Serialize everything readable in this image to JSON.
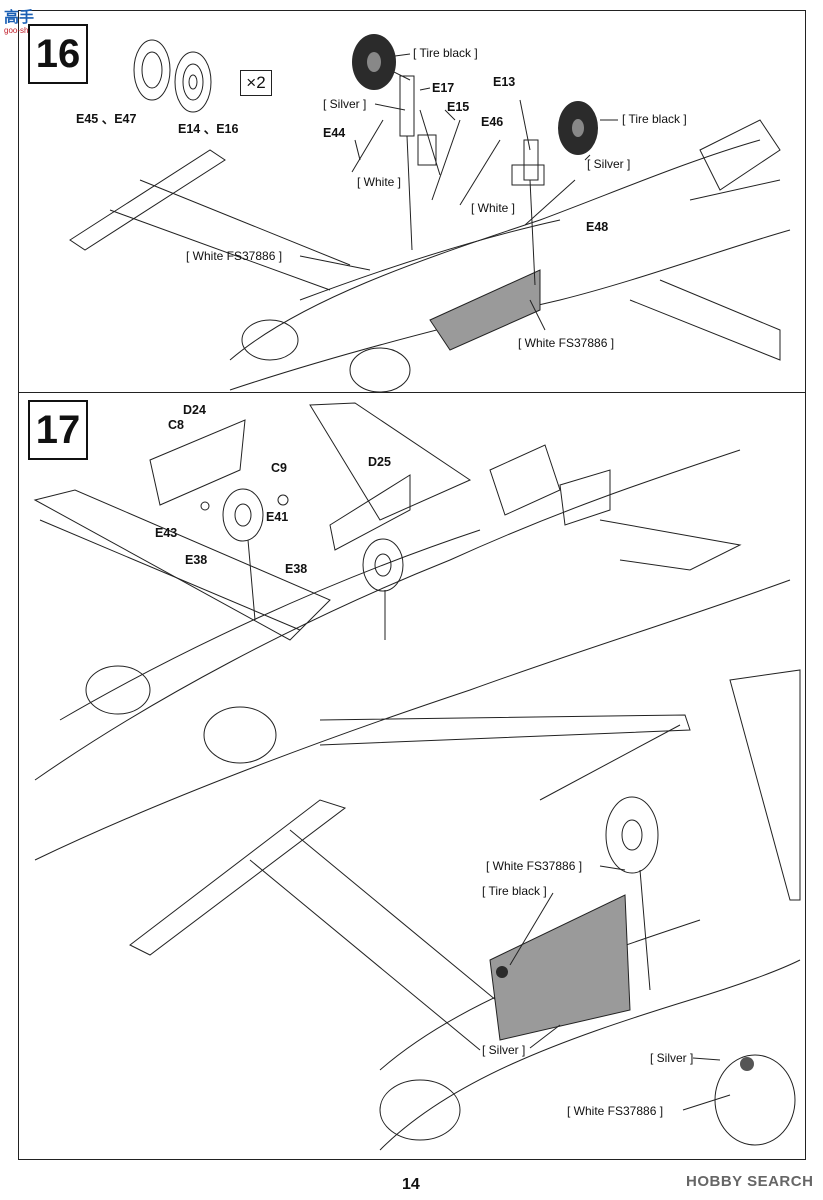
{
  "watermark_top": {
    "text": "高手",
    "sub": "goo-shou.com"
  },
  "steps": [
    {
      "number": "16",
      "quantity": "×2"
    },
    {
      "number": "17"
    }
  ],
  "step16": {
    "parts": {
      "e45_e47": "E45 、E47",
      "e14_e16": "E14 、E16",
      "e17": "E17",
      "e15": "E15",
      "e44": "E44",
      "e13": "E13",
      "e46": "E46",
      "e48": "E48"
    },
    "colors": {
      "tire_black_1": "[ Tire black ]",
      "tire_black_2": "[ Tire black ]",
      "silver_1": "[ Silver ]",
      "silver_2": "[ Silver ]",
      "white_1": "[ White ]",
      "white_2": "[ White ]",
      "white_fs_1": "[ White FS37886 ]",
      "white_fs_2": "[ White FS37886 ]"
    }
  },
  "step17": {
    "parts": {
      "d24": "D24",
      "c8": "C8",
      "c9": "C9",
      "d25": "D25",
      "e41": "E41",
      "e43": "E43",
      "e38_1": "E38",
      "e38_2": "E38"
    },
    "colors": {
      "white_fs_1": "[ White FS37886 ]",
      "tire_black": "[ Tire black ]",
      "silver_1": "[ Silver ]",
      "silver_2": "[ Silver ]",
      "white_fs_2": "[ White FS37886 ]"
    }
  },
  "page_number": "14",
  "watermark_bottom": "HOBBY SEARCH",
  "palette": {
    "line": "#222222",
    "tire": "#2b2b2b",
    "gray_fill": "#9a9a9a",
    "brand_blue": "#1a5fb4"
  }
}
